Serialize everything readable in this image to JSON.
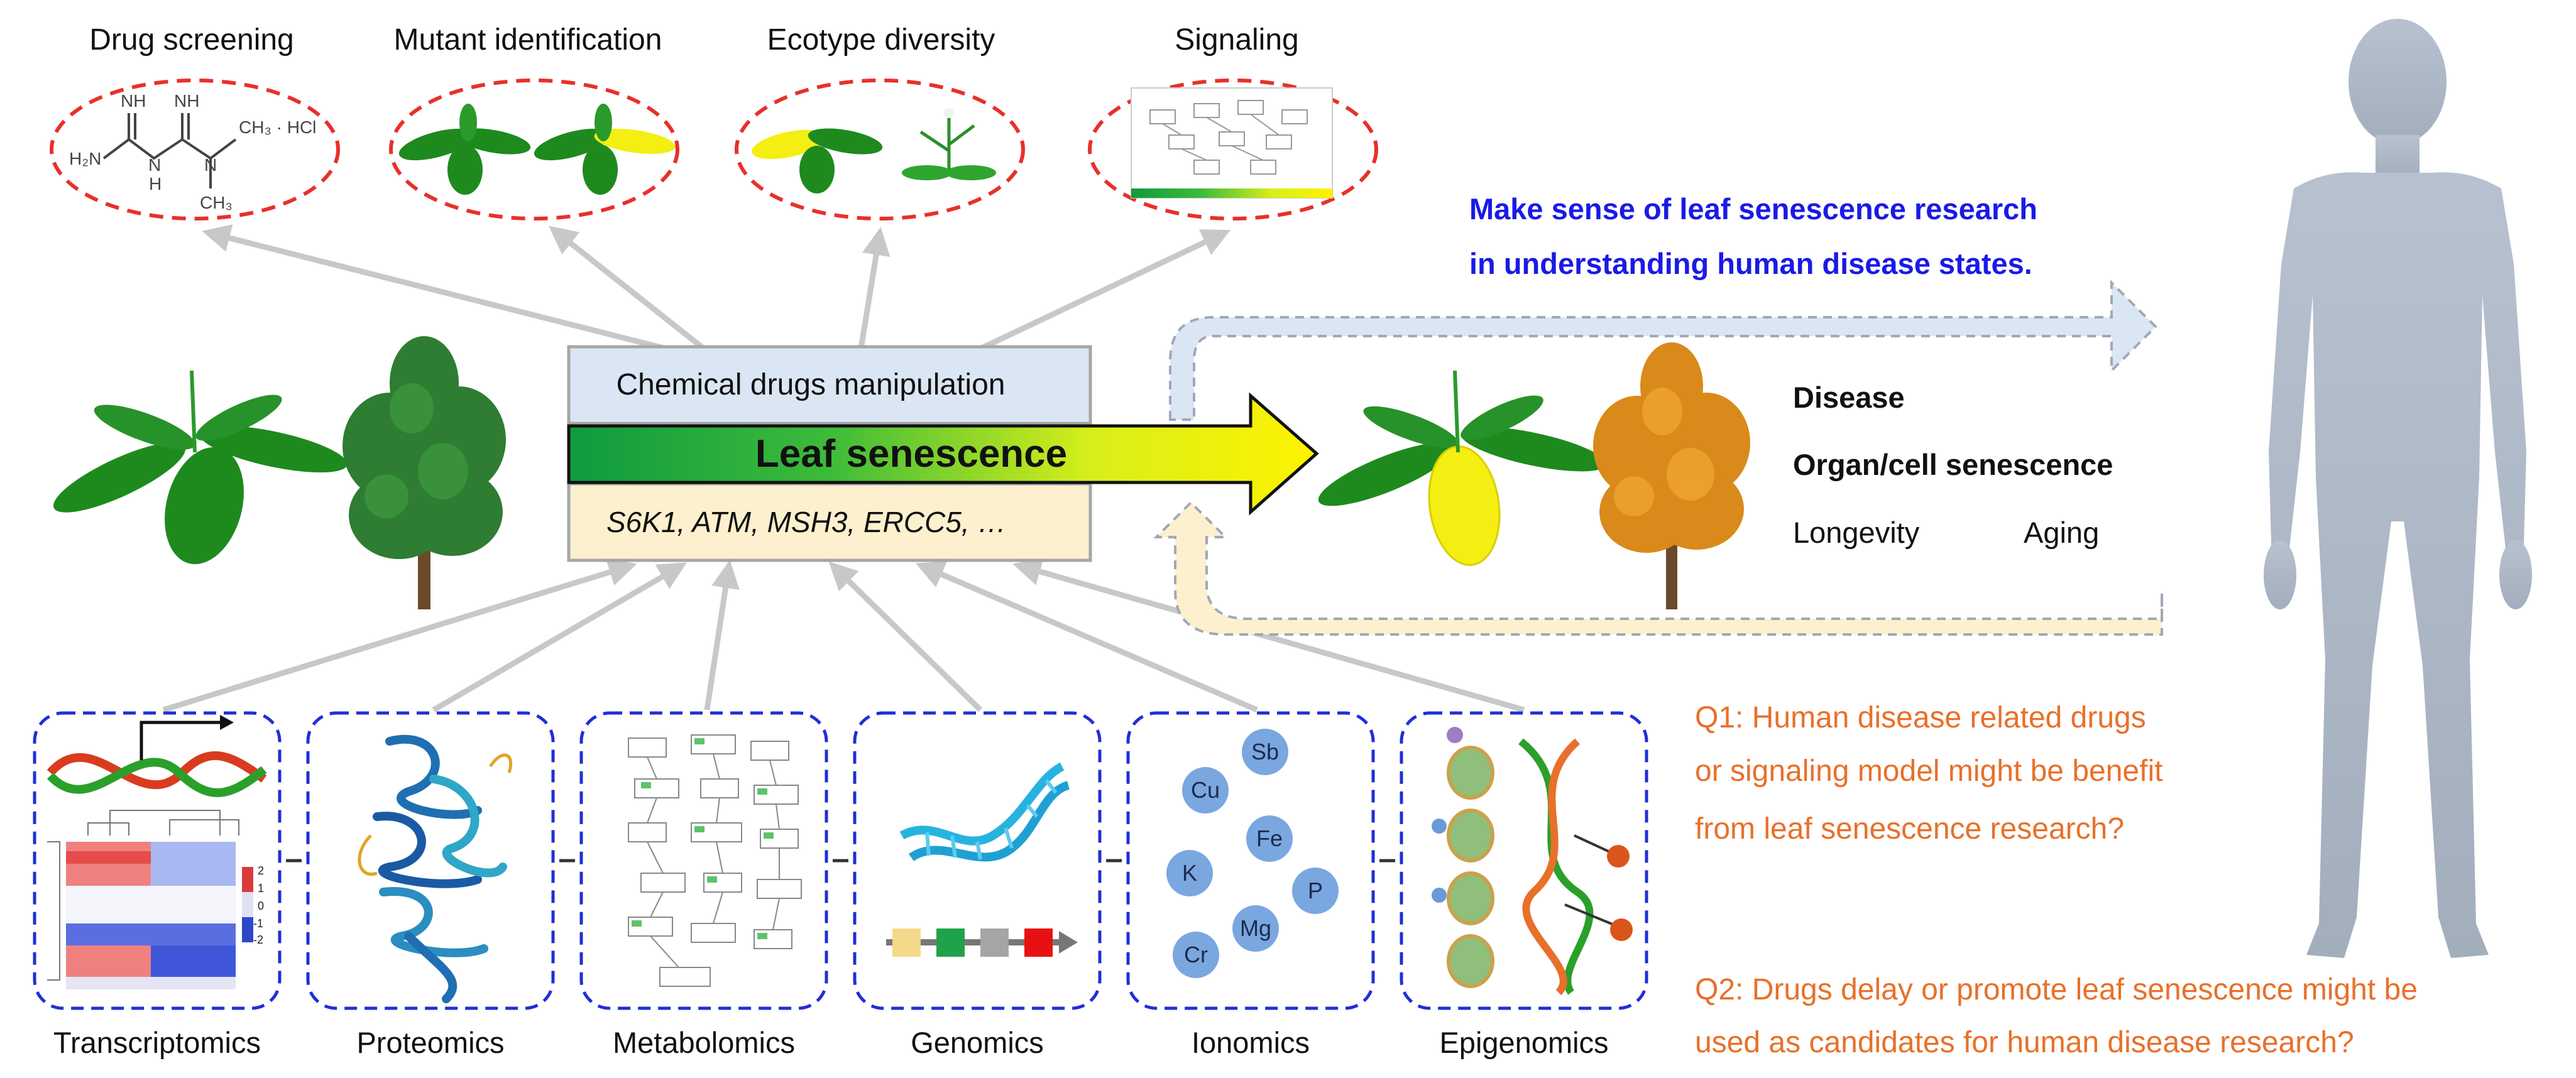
{
  "top_applications": [
    {
      "label": "Drug screening"
    },
    {
      "label": "Mutant identification"
    },
    {
      "label": "Ecotype diversity"
    },
    {
      "label": "Signaling"
    }
  ],
  "chemical_formula": {
    "nh_top_left": "NH",
    "nh_top_right": "NH",
    "h2n": "H₂N",
    "n_h": "N",
    "h_under": "H",
    "n_center": "N",
    "hcl": "CH₃ · HCl",
    "ch3": "CH₃"
  },
  "central": {
    "top_box": "Chemical drugs manipulation",
    "arrow_label": "Leaf senescence",
    "bottom_box": "S6K1, ATM, MSH3, ERCC5, …"
  },
  "message": {
    "line1": "Make sense of leaf senescence research",
    "line2": "in understanding human disease states."
  },
  "outcomes": {
    "disease": "Disease",
    "organ": "Organ/cell senescence",
    "longevity": "Longevity",
    "aging": "Aging"
  },
  "omics": [
    {
      "label": "Transcriptomics"
    },
    {
      "label": "Proteomics"
    },
    {
      "label": "Metabolomics"
    },
    {
      "label": "Genomics"
    },
    {
      "label": "Ionomics"
    },
    {
      "label": "Epigenomics"
    }
  ],
  "ions": [
    "Cu",
    "Sb",
    "Fe",
    "K",
    "P",
    "Mg",
    "Cr"
  ],
  "heatmap_scale": [
    "2",
    "1",
    "0",
    "-1",
    "-2"
  ],
  "questions": {
    "q1_line1": "Q1: Human disease related drugs",
    "q1_line2": "or signaling model might be benefit",
    "q1_line3": "from leaf senescence research?",
    "q2_line1": "Q2: Drugs delay or promote leaf senescence might be",
    "q2_line2": "used as candidates for human disease research?"
  },
  "colors": {
    "dashed_red": "#e8302a",
    "dashed_blue": "#1f2fd6",
    "message_blue": "#1a1ae6",
    "question_orange": "#e8702a",
    "arrow_gray": "#c8c8c8",
    "box_blue_fill": "#dbe6f4",
    "box_yellow_fill": "#fdf0cf",
    "leaf_green": "#1e8a1e",
    "leaf_yellow": "#f4ee12",
    "human_gray": "#aeb8c7"
  },
  "icons": [
    "human-silhouette-icon",
    "arabidopsis-plant-icon",
    "tree-icon",
    "dna-helix-icon",
    "protein-structure-icon",
    "pathway-map-icon"
  ]
}
